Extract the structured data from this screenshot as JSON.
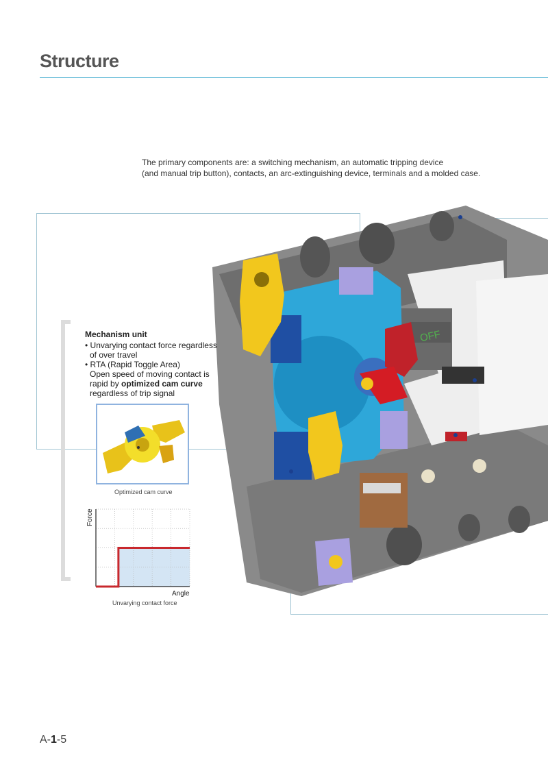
{
  "page": {
    "title": "Structure",
    "intro_line1": "The primary components are: a switching mechanism, an automatic tripping device",
    "intro_line2": "(and manual trip button), contacts, an arc-extinguishing device, terminals and a molded case.",
    "page_prefix": "A-",
    "page_bold": "1",
    "page_suffix": "-5"
  },
  "mechanism": {
    "heading": "Mechanism unit",
    "bullet1_line1": "• Unvarying contact force regardless",
    "bullet1_line2": "of over travel",
    "bullet2_line1": "• RTA (Rapid Toggle Area)",
    "bullet2_line2": "Open speed of moving contact is",
    "bullet2_line3_pre": "rapid by ",
    "bullet2_line3_bold": "optimized cam curve",
    "bullet2_line4": "regardless of trip signal",
    "cam_caption": "Optimized cam curve",
    "force_caption": "Unvarying contact force"
  },
  "breaker_label": "OFF",
  "chart_data": {
    "type": "line",
    "xlabel": "Angle",
    "ylabel": "Force",
    "x": [
      0,
      0.24,
      0.24,
      1.0
    ],
    "y": [
      0.0,
      0.0,
      0.5,
      0.5
    ],
    "xlim": [
      0,
      1
    ],
    "ylim": [
      0,
      1
    ],
    "grid": true,
    "line_color": "#c8282d",
    "fill_color": "#cfe2f3"
  },
  "colors": {
    "accent_rule": "#2ea3c9",
    "frame": "#9fc4d3",
    "curve": "#c8282d"
  }
}
